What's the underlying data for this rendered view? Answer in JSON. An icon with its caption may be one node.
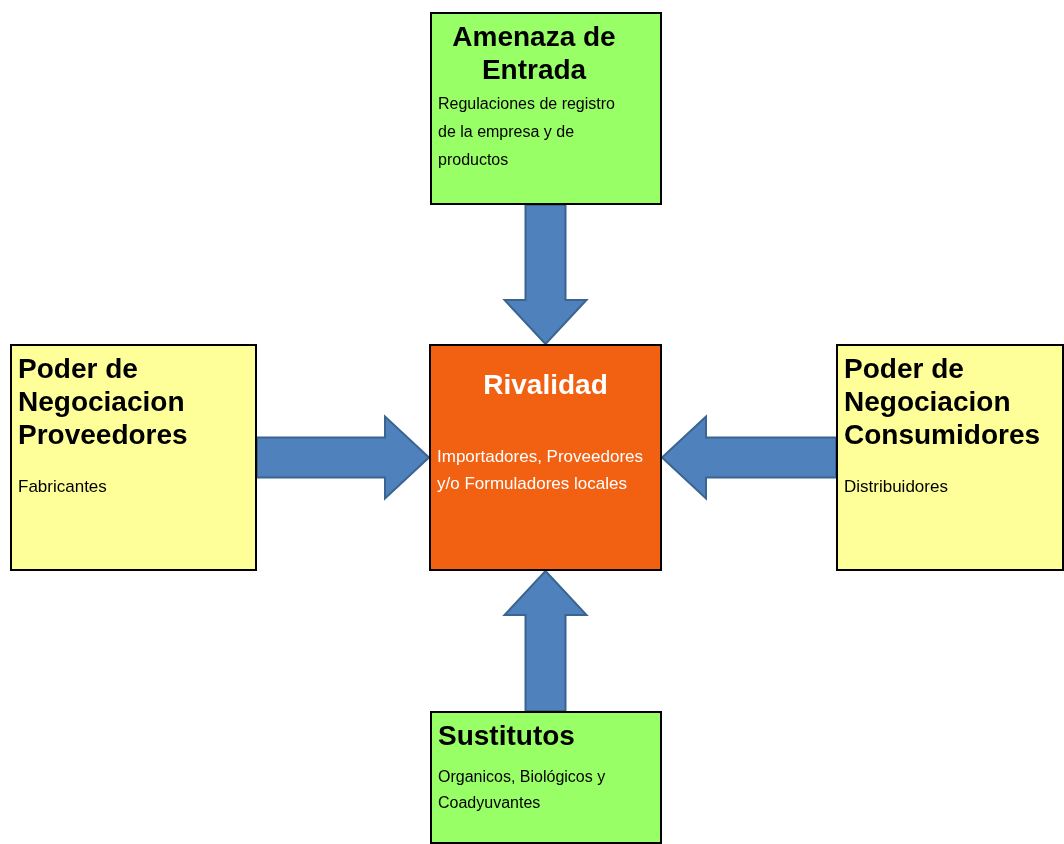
{
  "diagram": {
    "nodes": [
      {
        "text": [
          "Amenaza de Entrada",
          "Regulaciones de registro de la empresa y de productos"
        ]
      },
      {
        "text": [
          "Poder de Negociacion Proveedores",
          "Fabricantes"
        ]
      },
      {
        "text": [
          "Rivalidad",
          "Importadores, Proveedores y/o Formuladores locales"
        ]
      },
      {
        "text": [
          "Poder de Negociacion Consumidores",
          "Distribuidores"
        ]
      },
      {
        "text": [
          "Sustitutos",
          "Organicos, Biológicos y Coadyuvantes"
        ]
      }
    ],
    "edges": [
      {
        "from": 0,
        "to": 2,
        "arrow": "to"
      },
      {
        "from": 1,
        "to": 2,
        "arrow": "to"
      },
      {
        "from": 3,
        "to": 2,
        "arrow": "to"
      },
      {
        "from": 4,
        "to": 2,
        "arrow": "to"
      }
    ]
  }
}
